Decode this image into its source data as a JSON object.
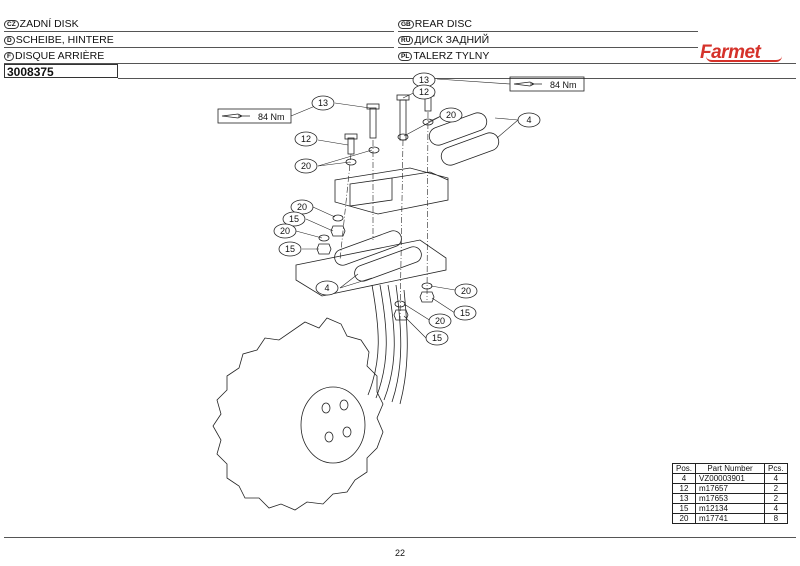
{
  "header": {
    "left": [
      {
        "code": "CZ",
        "text": "ZADNÍ DISK"
      },
      {
        "code": "D",
        "text": "SCHEIBE, HINTERE"
      },
      {
        "code": "F",
        "text": "DISQUE ARRIÈRE"
      }
    ],
    "right": [
      {
        "code": "GB",
        "text": "REAR DISC"
      },
      {
        "code": "RU",
        "text": "ДИСК ЗАДНИЙ"
      },
      {
        "code": "PL",
        "text": "TALERZ TYLNY"
      }
    ],
    "part_code": "3008375",
    "logo": "Farmet"
  },
  "accent_color": "#d5322a",
  "drawing": {
    "torque_label": "84 Nm",
    "callouts": [
      "13",
      "12",
      "20",
      "4",
      "15"
    ]
  },
  "parts_table": {
    "headers": [
      "Pos.",
      "Part Number",
      "Pcs."
    ],
    "rows": [
      [
        "4",
        "VZ00003901",
        "4"
      ],
      [
        "12",
        "m17657",
        "2"
      ],
      [
        "13",
        "m17653",
        "2"
      ],
      [
        "15",
        "m12134",
        "4"
      ],
      [
        "20",
        "m17741",
        "8"
      ]
    ]
  },
  "page_number": "22"
}
